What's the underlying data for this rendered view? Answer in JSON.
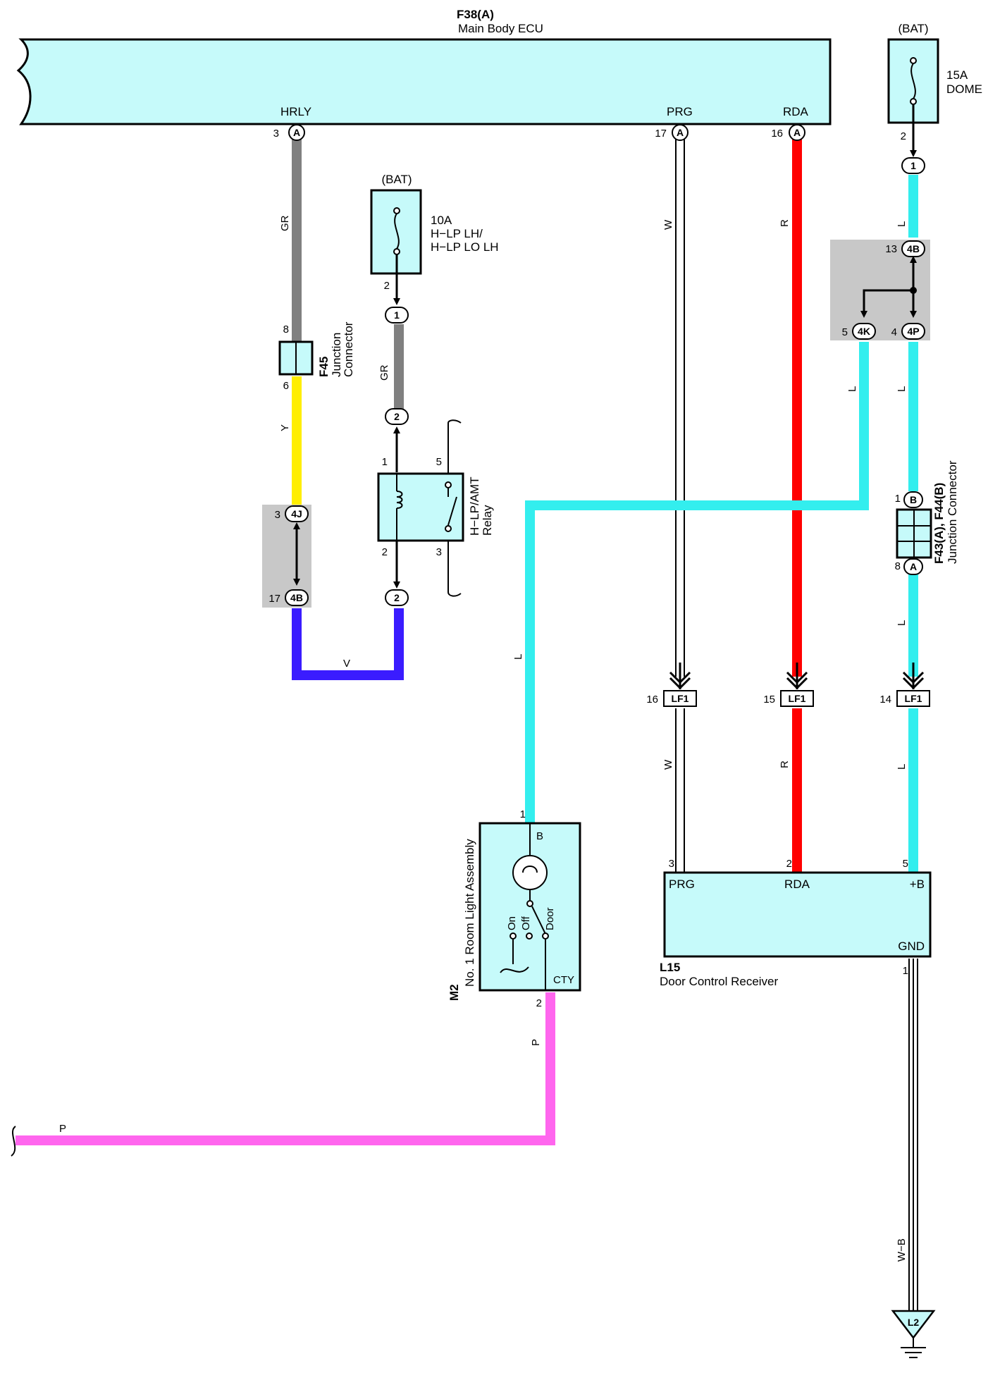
{
  "colors": {
    "component_fill": "#c6fafa",
    "junction_fill": "#c8c8c8",
    "wire_gray": "#808080",
    "wire_red": "#ff0000",
    "wire_cyan": "#33eeee",
    "wire_yellow": "#ffee00",
    "wire_violet": "#3a1cff",
    "wire_pink": "#ff66ee",
    "wire_white": "#ffffff",
    "wire_outline": "#000000"
  },
  "main_ecu": {
    "code": "F38(A)",
    "name": "Main Body ECU",
    "terminals": [
      {
        "name": "HRLY",
        "pin": "3",
        "connector": "A"
      },
      {
        "name": "PRG",
        "pin": "17",
        "connector": "A"
      },
      {
        "name": "RDA",
        "pin": "16",
        "connector": "A"
      }
    ]
  },
  "fuse_dome": {
    "source": "(BAT)",
    "rating": "15A",
    "name": "DOME",
    "out_pin": "2",
    "conn": "1"
  },
  "fuse_hlp": {
    "source": "(BAT)",
    "rating": "10A",
    "name_line1": "H−LP LH/",
    "name_line2": "H−LP LO LH",
    "out_pin": "2",
    "conn": "1"
  },
  "junction_f45": {
    "code": "F45",
    "name_line1": "Junction",
    "name_line2": "Connector",
    "pin_in": "8",
    "pin_out": "6"
  },
  "junction_j1": {
    "pin_top": "3",
    "conn_top": "4J",
    "pin_bottom": "17",
    "conn_bottom": "4B"
  },
  "junction_j2": {
    "pin_top": "13",
    "conn_top": "4B",
    "pin_left": "5",
    "conn_left": "4K",
    "pin_right": "4",
    "conn_right": "4P"
  },
  "relay": {
    "name_line1": "H−LP/AMT",
    "name_line2": "Relay",
    "pin1": "1",
    "pin2": "2",
    "pin3": "3",
    "pin5": "5",
    "conn_top": "2",
    "conn_bottom": "2"
  },
  "junction_f43": {
    "code": "F43(A), F44(B)",
    "name": "Junction Connector",
    "pin_top": "1",
    "conn_top": "B",
    "pin_bottom": "8",
    "conn_bottom": "A"
  },
  "lf1_connectors": [
    {
      "pin": "16",
      "label": "LF1"
    },
    {
      "pin": "15",
      "label": "LF1"
    },
    {
      "pin": "14",
      "label": "LF1"
    }
  ],
  "room_light": {
    "code": "M2",
    "name": "No. 1 Room Light Assembly",
    "pin_top": "1",
    "pin_bottom": "2",
    "term_b": "B",
    "term_cty": "CTY",
    "sw_on": "On",
    "sw_off": "Off",
    "sw_door": "Door"
  },
  "receiver": {
    "code": "L15",
    "name": "Door Control Receiver",
    "term_prg": "PRG",
    "term_rda": "RDA",
    "term_b": "+B",
    "term_gnd": "GND",
    "pin_prg": "3",
    "pin_rda": "2",
    "pin_b": "5",
    "pin_gnd": "1"
  },
  "ground": {
    "label": "L2"
  },
  "wire_labels": {
    "gr1": "GR",
    "gr2": "GR",
    "y": "Y",
    "v": "V",
    "w1": "W",
    "w2": "W",
    "r1": "R",
    "r2": "R",
    "l1": "L",
    "l2": "L",
    "l3": "L",
    "l4": "L",
    "l5": "L",
    "l6": "L",
    "p1": "P",
    "p2": "P",
    "wb": "W−B"
  }
}
